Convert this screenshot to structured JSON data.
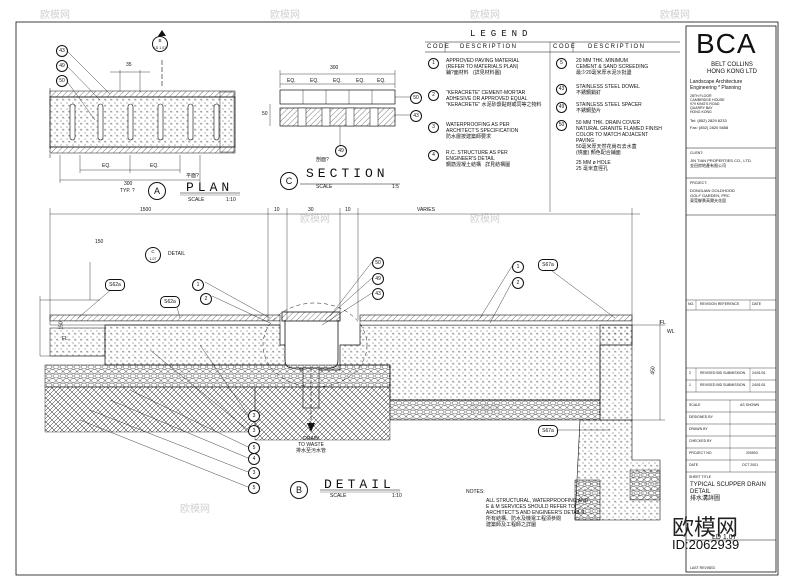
{
  "sheet": {
    "plan_title": "PLAN",
    "plan_code": "A",
    "plan_scale_label": "SCALE",
    "plan_scale": "1:10",
    "section_title": "SECTION",
    "section_code": "C",
    "section_scale_label": "SCALE",
    "section_scale": "1:5",
    "detail_title": "DETAIL",
    "detail_code": "B",
    "detail_scale_label": "SCALE",
    "detail_scale": "1:10",
    "plan_top_ref": "B",
    "plan_top_sheet": "LD 1.07",
    "detail_ref": "C",
    "detail_ref_sheet": "1.07",
    "detail_label": "DETAIL",
    "drain_note": "DRAIN\nTO WASTE\n排水至污水管",
    "typ_label": "TYP. ?",
    "plan_typ_note": "平面?",
    "section_typ_note": "剖面?"
  },
  "dimensions": {
    "plan_35": "35",
    "plan_300": "300",
    "plan_eq": [
      "EQ.",
      "EQ."
    ],
    "section_300": "300",
    "section_eq": [
      "EQ.",
      "EQ.",
      "EQ.",
      "EQ.",
      "EQ."
    ],
    "section_50": "50",
    "detail_1500": "1500",
    "detail_10a": "10",
    "detail_30": "30",
    "detail_10b": "10",
    "detail_varies": "VARIES",
    "detail_150": "150",
    "detail_450": "450",
    "detail_fl": "FL",
    "detail_fl2": "FL",
    "detail_wl": "WL"
  },
  "callouts": {
    "plan": [
      "43",
      "49",
      "50"
    ],
    "section_right": [
      "50",
      "43"
    ],
    "section_bottom": "49",
    "detail_top": [
      "50",
      "49",
      "43"
    ],
    "detail_left": [
      "1",
      "2",
      "S62a",
      "S62a"
    ],
    "detail_right": [
      "S67a",
      "1",
      "2",
      "S67a"
    ],
    "detail_bottom": [
      "3",
      "3",
      "5",
      "4",
      "3",
      "5"
    ]
  },
  "legend": {
    "title": "LEGEND",
    "col_code": "CODE",
    "col_desc": "DESCRIPTION",
    "left": [
      {
        "code": "1",
        "desc": "APPROVED PAVING MATERIAL\n(REFER TO MATERIALS PLAN)\n鋪?面材料   (詳見材料圖)"
      },
      {
        "code": "2",
        "desc": "\"KERACRETE\" CEMENT-MORTAR\nADHESIVE OR APPROVED EQUAL\n\"KERACRETE\" 水泥砂漿黏劑或同等之物料"
      },
      {
        "code": "3",
        "desc": "WATERPROOFING AS PER\nARCHITECT'S SPECIFICATION\n防水層按建築師要求"
      },
      {
        "code": "4",
        "desc": "R.C. STRUCTURE AS PER\nENGINEER'S DETAIL\n鋼筋混凝土結構   詳見結構圖"
      }
    ],
    "right": [
      {
        "code": "5",
        "desc": "20 MM THK. MINIMUM\nCEMENT & SAND SCREEDING\n最少20毫米厚水泥沙批盪"
      },
      {
        "code": "43",
        "desc": "STAINLESS STEEL DOWEL\n不銹鋼銷釘"
      },
      {
        "code": "49",
        "desc": "STAINLESS STEEL SPACER\n不銹鋼墊片"
      },
      {
        "code": "50",
        "desc": "50 MM THK. DRAIN COVER\nNATURAL GRANITE FLAMED FINISH\nCOLOR TO MATCH ADJACENT\nPAVING\n50毫米厚天然花崗石去水蓋\n(燒面) 顏色配合鋪面"
      },
      {
        "code": "",
        "desc": "25 MM ø HOLE\n25 毫米直徑孔"
      }
    ]
  },
  "title_block": {
    "logo": "BCA",
    "company": "BELT COLLINS\nHONG KONG LTD",
    "discipline": "Landscape Architecture\nEngineering * Planning",
    "address": "28TH FLOOR\nCAMBRIDGE HOUSE\n979 KING'S ROAD\nQUARRY BAY\nHONG KONG",
    "tel": "Tel: (852) 2829 8233",
    "fax": "Fax: (852) 2820 5658",
    "client_label": "CLIENT:",
    "client": "JIN TIAN PROPERTIES CO., LTD.\n金田房地產有限公司",
    "project_label": "PROJECT:",
    "project": "DONGUAN GOLDHOOD\nGOLF GARDEN, PRC\n東莞御景高爾夫花園",
    "revisions": [
      {
        "no": "2",
        "desc": "REVISED BID SUBMISSION",
        "date": "24/01/01"
      },
      {
        "no": "1",
        "desc": "REVISED BID SUBMISSION",
        "date": "24/01/01"
      }
    ],
    "rev_no_label": "NO.",
    "rev_desc_label": "REVISION REFERENCE",
    "rev_date_label": "DATE",
    "scale_label": "SCALE",
    "scale_value": "AS SHOWN",
    "designed_label": "DESIGNED BY",
    "drawn_label": "DRAWN BY",
    "checked_label": "CHECKED BY",
    "project_no_label": "PROJECT NO.",
    "project_no": "200503",
    "date_label": "DATE",
    "date": "OCT 2001",
    "sheet_title_label": "SHEET TITLE",
    "sheet_title": "TYPICAL SCUPPER DRAIN\nDETAIL\n排水溝詳圖",
    "drawing_no": "LD 1.07",
    "last_label": "LAST REVISED"
  },
  "notes": {
    "label": "NOTES:",
    "text": "ALL STRUCTURAL, WATERPROOFING AND\nE & M SERVICES SHOULD REFER TO\nARCHITECT'S AND ENGINEER'S DETAILS.\n所有結構、防水及機電工程須參閱\n建築師及工程師之詳圖"
  },
  "watermark": {
    "site": "欧模网",
    "id": "ID:2062939"
  },
  "colors": {
    "line": "#111111",
    "hatch": "#333333",
    "paper": "#ffffff"
  }
}
